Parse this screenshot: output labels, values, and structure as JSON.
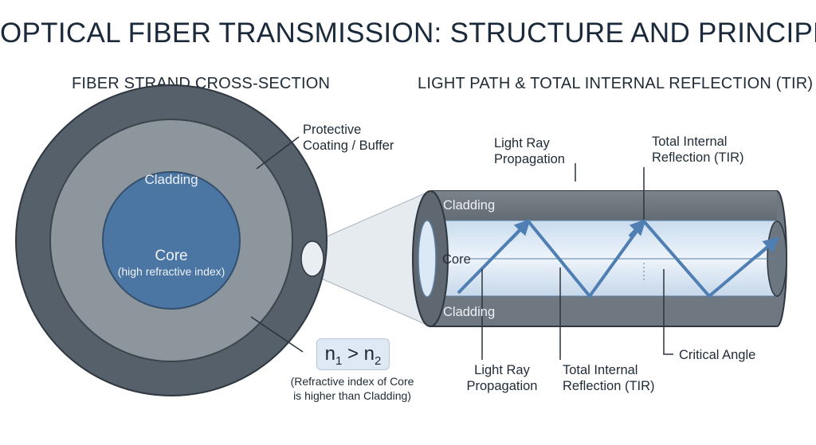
{
  "title": "OPTICAL FIBER TRANSMISSION: STRUCTURE AND PRINCIPLE",
  "cross_section": {
    "heading": "FIBER STRAND CROSS-SECTION",
    "coating_label": [
      "Protective",
      "Coating / Buffer"
    ],
    "cladding_label": "Cladding",
    "core_label": "Core",
    "core_sublabel": "(high refractive index)",
    "inequality": {
      "n": "n",
      "sub1": "1",
      "op": ">",
      "sub2": "2"
    },
    "inequality_note": [
      "(Refractive index of Core",
      "is higher than Cladding)"
    ]
  },
  "light_path": {
    "heading": "LIGHT PATH & TOTAL INTERNAL REFLECTION (TIR)",
    "top_left_label": [
      "Light Ray",
      "Propagation"
    ],
    "top_right_label": [
      "Total Internal",
      "Reflection (TIR)"
    ],
    "cladding_top": "Cladding",
    "core": "Core",
    "cladding_bottom": "Cladding",
    "bottom_left_label": [
      "Light Ray",
      "Propagation"
    ],
    "bottom_mid_label": [
      "Total Internal",
      "Reflection (TIR)"
    ],
    "critical_angle": "Critical Angle"
  },
  "colors": {
    "coating": "#55606b",
    "cladding": "#8d959d",
    "core": "#4b76a3",
    "tube_cladding": "#6f7780",
    "tube_core": "#dbe8f5",
    "ray": "#4f7fb2",
    "leader": "#2b333c"
  }
}
